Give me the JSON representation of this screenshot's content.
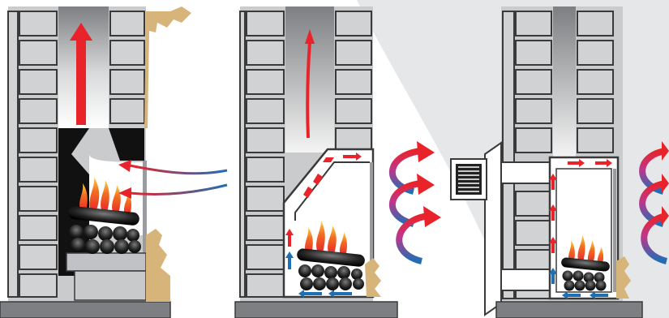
{
  "diagram": {
    "panels": [
      {
        "name": "open-fireplace",
        "flow_arrows": 1,
        "draft_arrows": 2,
        "heat_arrows": 0
      },
      {
        "name": "fireplace-insert",
        "flow_arrows": 1,
        "draft_arrows": 0,
        "heat_arrows": 3,
        "circulation": "convection-channel"
      },
      {
        "name": "direct-vent-insert",
        "flow_arrows": 0,
        "draft_arrows": 0,
        "heat_arrows": 3,
        "circulation": "sealed-box-with-vent"
      }
    ],
    "colors": {
      "brick_fill": "#d0d2d4",
      "brick_outline": "#3a3a3a",
      "hot_flow": "#e8232a",
      "cool_flow": "#1f6fb5",
      "wood_trim": "#d7b47a",
      "fire_orange": "#f36f21",
      "background_curve": "#e6e7e8"
    },
    "icons": [
      "fireplace-open-icon",
      "fireplace-insert-icon",
      "vent-grille-icon",
      "flame-icon",
      "log-icon"
    ]
  }
}
